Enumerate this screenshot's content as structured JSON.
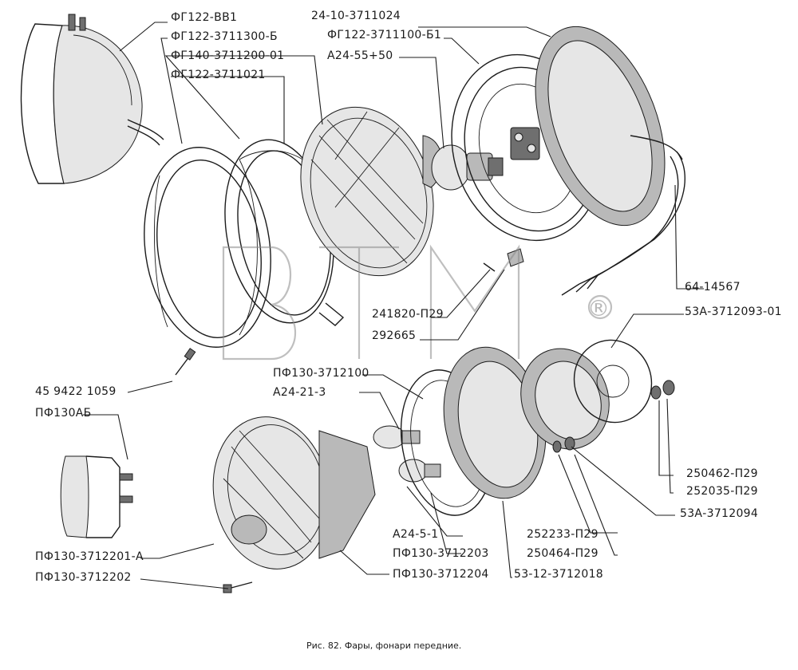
{
  "labels": {
    "fg122_vv1": "ФГ122-ВВ1",
    "fg122_3711300_b": "ФГ122-3711300-Б",
    "fg140_3711200_01": "ФГ140-3711200-01",
    "fg122_3711021": "ФГ122-3711021",
    "p24_10_3711024": "24-10-3711024",
    "fg122_3711100_b1": "ФГ122-3711100-Б1",
    "a24_55_50": "А24-55+50",
    "p64_14567": "64-14567",
    "p53a_3712093_01": "53А-3712093-01",
    "p241820_p29": "241820-П29",
    "p292665": "292665",
    "pf130_3712100": "ПФ130-3712100",
    "a24_21_3": "А24-21-3",
    "p45_9422_1059": "45 9422 1059",
    "pf130ab": "ПФ130АБ",
    "p250462_p29": "250462-П29",
    "p252035_p29": "252035-П29",
    "p53a_3712094": "53А-3712094",
    "a24_5_1": "А24-5-1",
    "pf130_3712203": "ПФ130-3712203",
    "p252233_p29": "252233-П29",
    "p250464_p29": "250464-П29",
    "pf130_3712201_a": "ПФ130-3712201-А",
    "pf130_3712202": "ПФ130-3712202",
    "pf130_3712204": "ПФ130-3712204",
    "p53_12_3712018": "53-12-3712018"
  },
  "watermark": {
    "text": "BTM",
    "mark": "®"
  },
  "caption": "Рис. 82. Фары, фонари передние."
}
